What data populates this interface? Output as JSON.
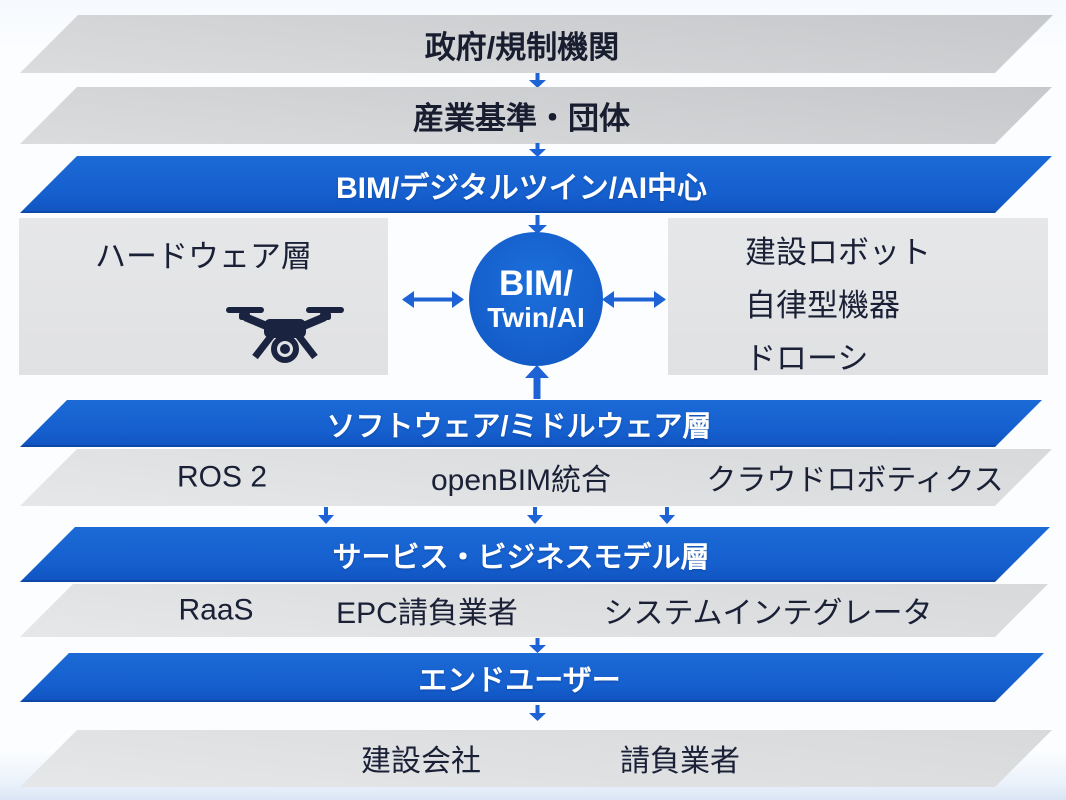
{
  "title_context": "construction-robotics-layer-diagram",
  "colors": {
    "band_blue": "#1563cf",
    "band_gray": "#ccced0",
    "subband_gray": "#dfe0e2",
    "box_gray": "#e3e4e6",
    "arrow_blue": "#1e63d6",
    "text_dark": "#1a2036",
    "text_white": "#ffffff"
  },
  "bands": {
    "government": {
      "label": "政府/規制機関"
    },
    "industry": {
      "label": "産業基準・団体"
    },
    "bim_center": {
      "label": "BIM/デジタルツイン/AI中心"
    },
    "software": {
      "label": "ソフトウェア/ミドルウェア層"
    },
    "service": {
      "label": "サービス・ビジネスモデル層"
    },
    "end_user": {
      "label": "エンドユーザー"
    }
  },
  "hardware_box": {
    "title": "ハードウェア層",
    "icon": "drone-icon"
  },
  "robot_box": {
    "lines": [
      "建設ロボット",
      "自律型機器",
      "ドローシ"
    ]
  },
  "hub": {
    "line1": "BIM/",
    "line2": "Twin/AI"
  },
  "software_items": [
    "ROS 2",
    "openBIM統合",
    "クラウドロボティクス"
  ],
  "service_items": [
    "RaaS",
    "EPC請負業者",
    "システムインテグレータ"
  ],
  "end_user_items": [
    "建設会社",
    "請負業者"
  ]
}
